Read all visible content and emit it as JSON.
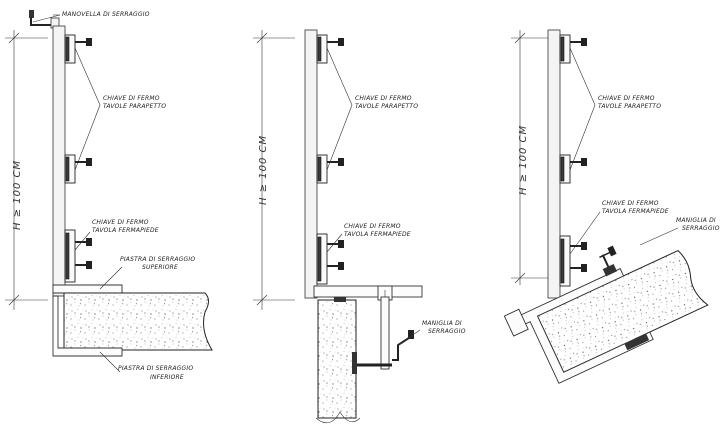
{
  "figure_1": {
    "crank_label": "MANOVELLA DI SERRAGGIO",
    "height_label": "H ≥ 100 CM",
    "parapet_key_line1": "CHIAVE DI FERMO",
    "parapet_key_line2": "TAVOLE PARAPETTO",
    "toeboard_key_line1": "CHIAVE DI FERMO",
    "toeboard_key_line2": "TAVOLA FERMAPIEDE",
    "upper_plate_line1": "PIASTRA DI SERRAGGIO",
    "upper_plate_line2": "SUPERIORE",
    "lower_plate_line1": "PIASTRA DI SERRAGGIO",
    "lower_plate_line2": "INFERIORE"
  },
  "figure_2": {
    "height_label": "H ≥ 100 CM",
    "parapet_key_line1": "CHIAVE DI FERMO",
    "parapet_key_line2": "TAVOLE PARAPETTO",
    "toeboard_key_line1": "CHIAVE DI FERMO",
    "toeboard_key_line2": "TAVOLA FERMAPIEDE",
    "handle_line1": "MANIGLIA DI",
    "handle_line2": "SERRAGGIO"
  },
  "figure_3": {
    "height_label": "H ≥ 100 CM",
    "parapet_key_line1": "CHIAVE DI FERMO",
    "parapet_key_line2": "TAVOLE PARAPETTO",
    "toeboard_key_line1": "CHIAVE DI FERMO",
    "toeboard_key_line2": "TAVOLA FERMAPIEDE",
    "handle_line1": "MANIGLIA DI",
    "handle_line2": "SERRAGGIO"
  }
}
